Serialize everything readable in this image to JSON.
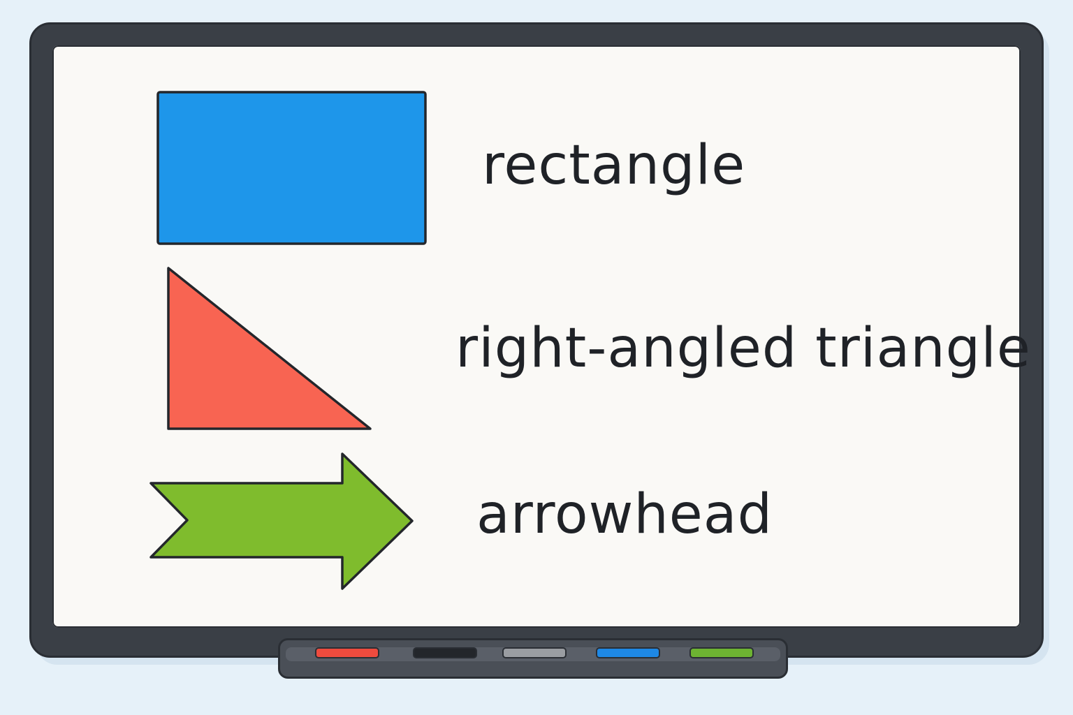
{
  "shapes": [
    {
      "name": "rectangle",
      "label": "rectangle",
      "color": "#1e96ea"
    },
    {
      "name": "right-angled-triangle",
      "label": "right-angled triangle",
      "color": "#f86452"
    },
    {
      "name": "arrowhead",
      "label": "arrowhead",
      "color": "#7fbc2d"
    }
  ],
  "markers": [
    {
      "name": "red-marker",
      "color": "#ee4b3e"
    },
    {
      "name": "black-marker",
      "color": "#23262b"
    },
    {
      "name": "gray-marker",
      "color": "#9a9da2"
    },
    {
      "name": "blue-marker",
      "color": "#1e88e5"
    },
    {
      "name": "green-marker",
      "color": "#6db332"
    }
  ]
}
